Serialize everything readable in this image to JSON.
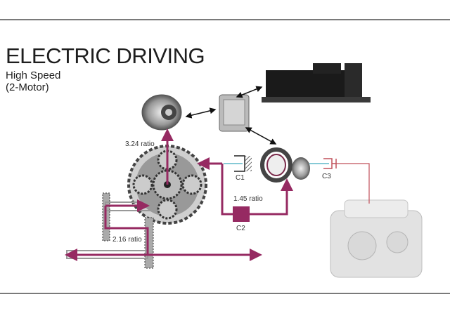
{
  "slide": {
    "title": "ELECTRIC DRIVING",
    "subtitle_line1": "High Speed",
    "subtitle_line2": "(2-Motor)"
  },
  "diagram": {
    "labels": {
      "ratio_top": "3.24 ratio",
      "ratio_mid": "1.45 ratio",
      "ratio_low": "2.16 ratio",
      "clutch1": "C1",
      "clutch2": "C2",
      "clutch3": "C3"
    },
    "colors": {
      "power_flow": "#962a62",
      "clutch_line": "#5fb8c8",
      "engine_line": "#c0505a",
      "rule": "#7a7a7a"
    }
  }
}
